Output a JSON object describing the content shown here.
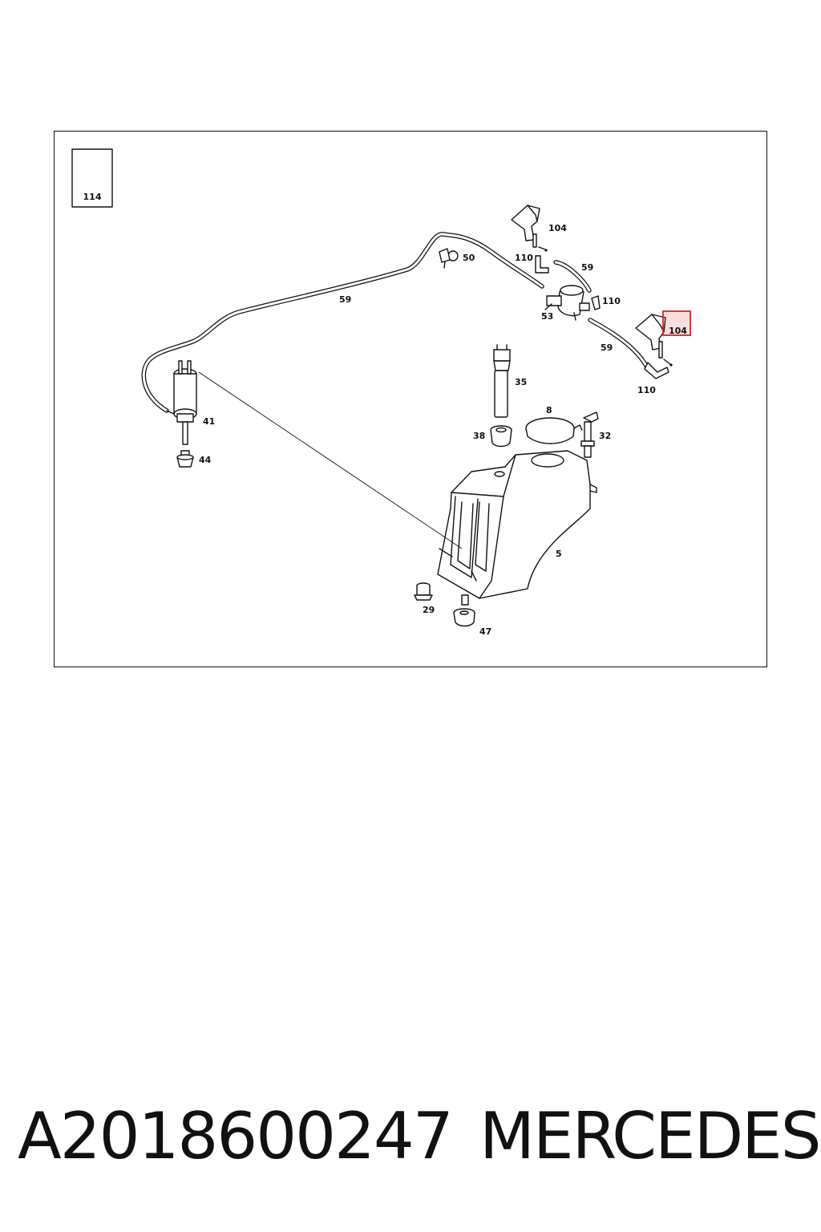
{
  "diagram": {
    "reference_box_label": "114",
    "highlight_color": "#e0202a",
    "labels": {
      "l104a": "104",
      "l110a": "110",
      "l59a": "59",
      "l50": "50",
      "l59main": "59",
      "l53": "53",
      "l110b": "110",
      "l104b": "104",
      "l59b": "59",
      "l110c": "110",
      "l35": "35",
      "l41": "41",
      "l8": "8",
      "l38": "38",
      "l32": "32",
      "l44": "44",
      "l5": "5",
      "l29": "29",
      "l47": "47"
    }
  },
  "caption": {
    "part_number": "A2018600247",
    "brand": "MERCEDES"
  }
}
